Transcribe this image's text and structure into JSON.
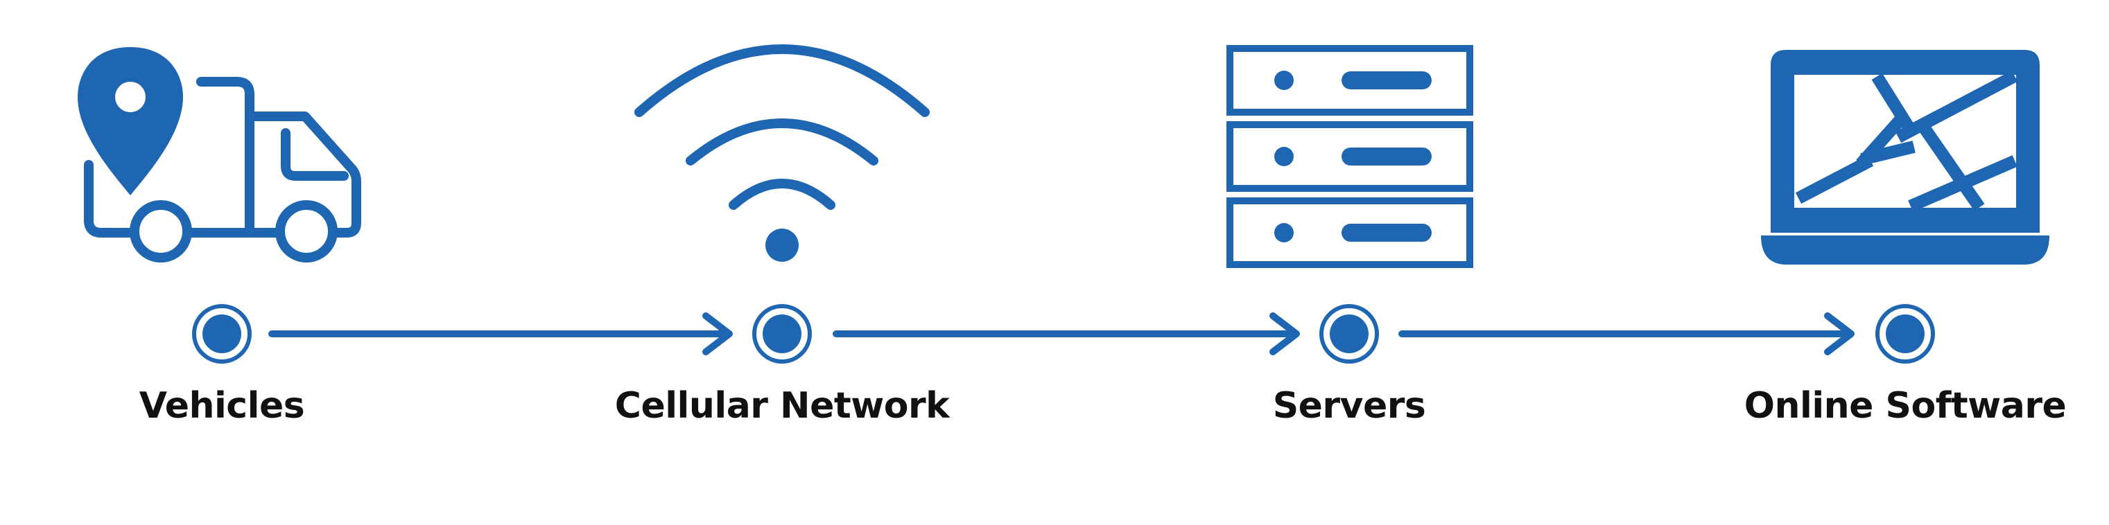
{
  "colors": {
    "accent": "#1f66b2",
    "label": "#111111",
    "background": "#ffffff"
  },
  "stages": [
    {
      "label": "Vehicles",
      "icon": "delivery-truck-with-location-pin-icon"
    },
    {
      "label": "Cellular Network",
      "icon": "wifi-signal-icon"
    },
    {
      "label": "Servers",
      "icon": "server-rack-icon"
    },
    {
      "label": "Online Software",
      "icon": "laptop-with-map-icon"
    }
  ],
  "connectors": [
    {
      "from": "Vehicles",
      "to": "Cellular Network",
      "type": "arrow"
    },
    {
      "from": "Cellular Network",
      "to": "Servers",
      "type": "arrow"
    },
    {
      "from": "Servers",
      "to": "Online Software",
      "type": "arrow"
    }
  ]
}
